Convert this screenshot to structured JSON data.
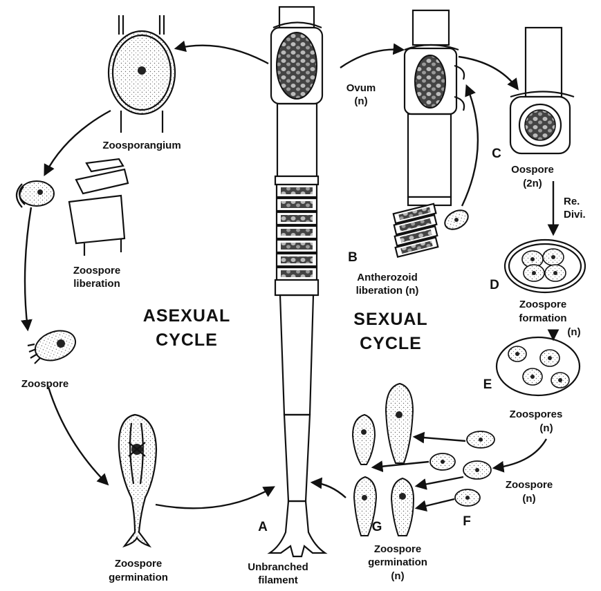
{
  "labels": {
    "zoosporangium": "Zoosporangium",
    "zoospore_liberation_1": "Zoospore",
    "zoospore_liberation_2": "liberation",
    "asexual_1": "ASEXUAL",
    "asexual_2": "CYCLE",
    "zoospore_left": "Zoospore",
    "zoospore_germ_left_1": "Zoospore",
    "zoospore_germ_left_2": "germination",
    "letter_a": "A",
    "unbranched_1": "Unbranched",
    "unbranched_2": "filament",
    "ovum_1": "Ovum",
    "ovum_2": "(n)",
    "letter_b": "B",
    "antherozoid_1": "Antherozoid",
    "antherozoid_2": "liberation (n)",
    "sexual_1": "SEXUAL",
    "sexual_2": "CYCLE",
    "letter_c": "C",
    "oospore_1": "Oospore",
    "oospore_2": "(2n)",
    "rediv_1": "Re.",
    "rediv_2": "Divi.",
    "letter_d": "D",
    "zoospore_formation_1": "Zoospore",
    "zoospore_formation_2": "formation",
    "zoospore_formation_3": "(n)",
    "letter_e": "E",
    "zoospores_1": "Zoospores",
    "zoospores_2": "(n)",
    "zoospore_right_1": "Zoospore",
    "zoospore_right_2": "(n)",
    "letter_f": "F",
    "letter_g": "G",
    "zoospore_germ_right_1": "Zoospore",
    "zoospore_germ_right_2": "germination",
    "zoospore_germ_right_3": "(n)"
  }
}
